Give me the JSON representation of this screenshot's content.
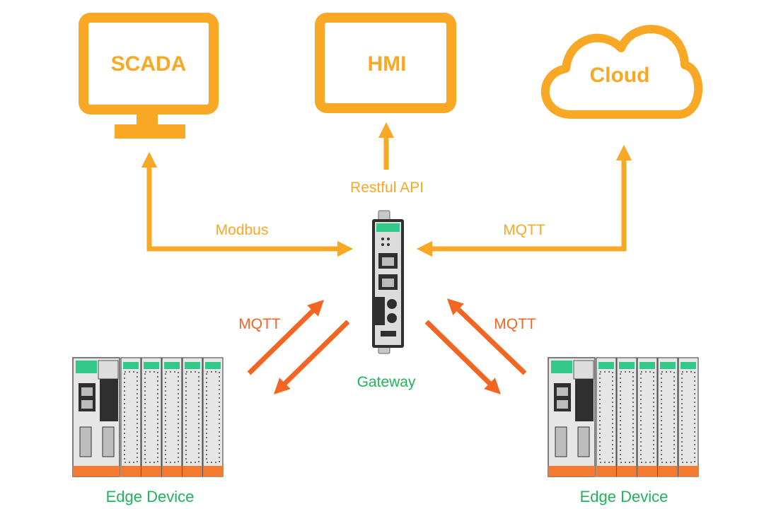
{
  "nodes": {
    "scada": {
      "label": "SCADA"
    },
    "hmi": {
      "label": "HMI"
    },
    "cloud": {
      "label": "Cloud"
    },
    "gateway": {
      "label": "Gateway"
    },
    "edge_left": {
      "label": "Edge Device"
    },
    "edge_right": {
      "label": "Edge Device"
    }
  },
  "connections": {
    "modbus": {
      "label": "Modbus"
    },
    "restful": {
      "label": "Restful API"
    },
    "mqtt_cloud": {
      "label": "MQTT"
    },
    "mqtt_left": {
      "label": "MQTT"
    },
    "mqtt_right": {
      "label": "MQTT"
    }
  },
  "colors": {
    "orange": "#f9a825",
    "deep_orange": "#f26522",
    "green": "#21b35a"
  }
}
